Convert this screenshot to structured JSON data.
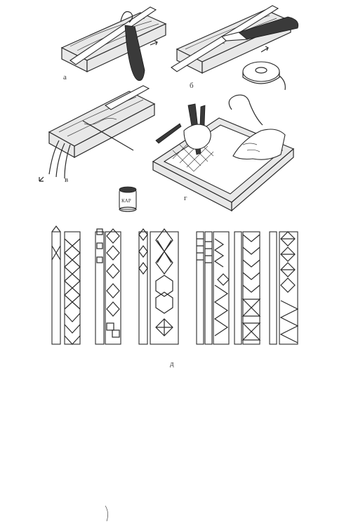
{
  "figure": {
    "labels": {
      "a": "а",
      "b": "б",
      "v": "в",
      "g": "г",
      "d": "д"
    },
    "jar_text": "КАР"
  },
  "colors": {
    "ink": "#2a2a2a",
    "wood_fill": "#e8e8e8",
    "handle_fill": "#3a3a3a",
    "background": "#ffffff"
  }
}
